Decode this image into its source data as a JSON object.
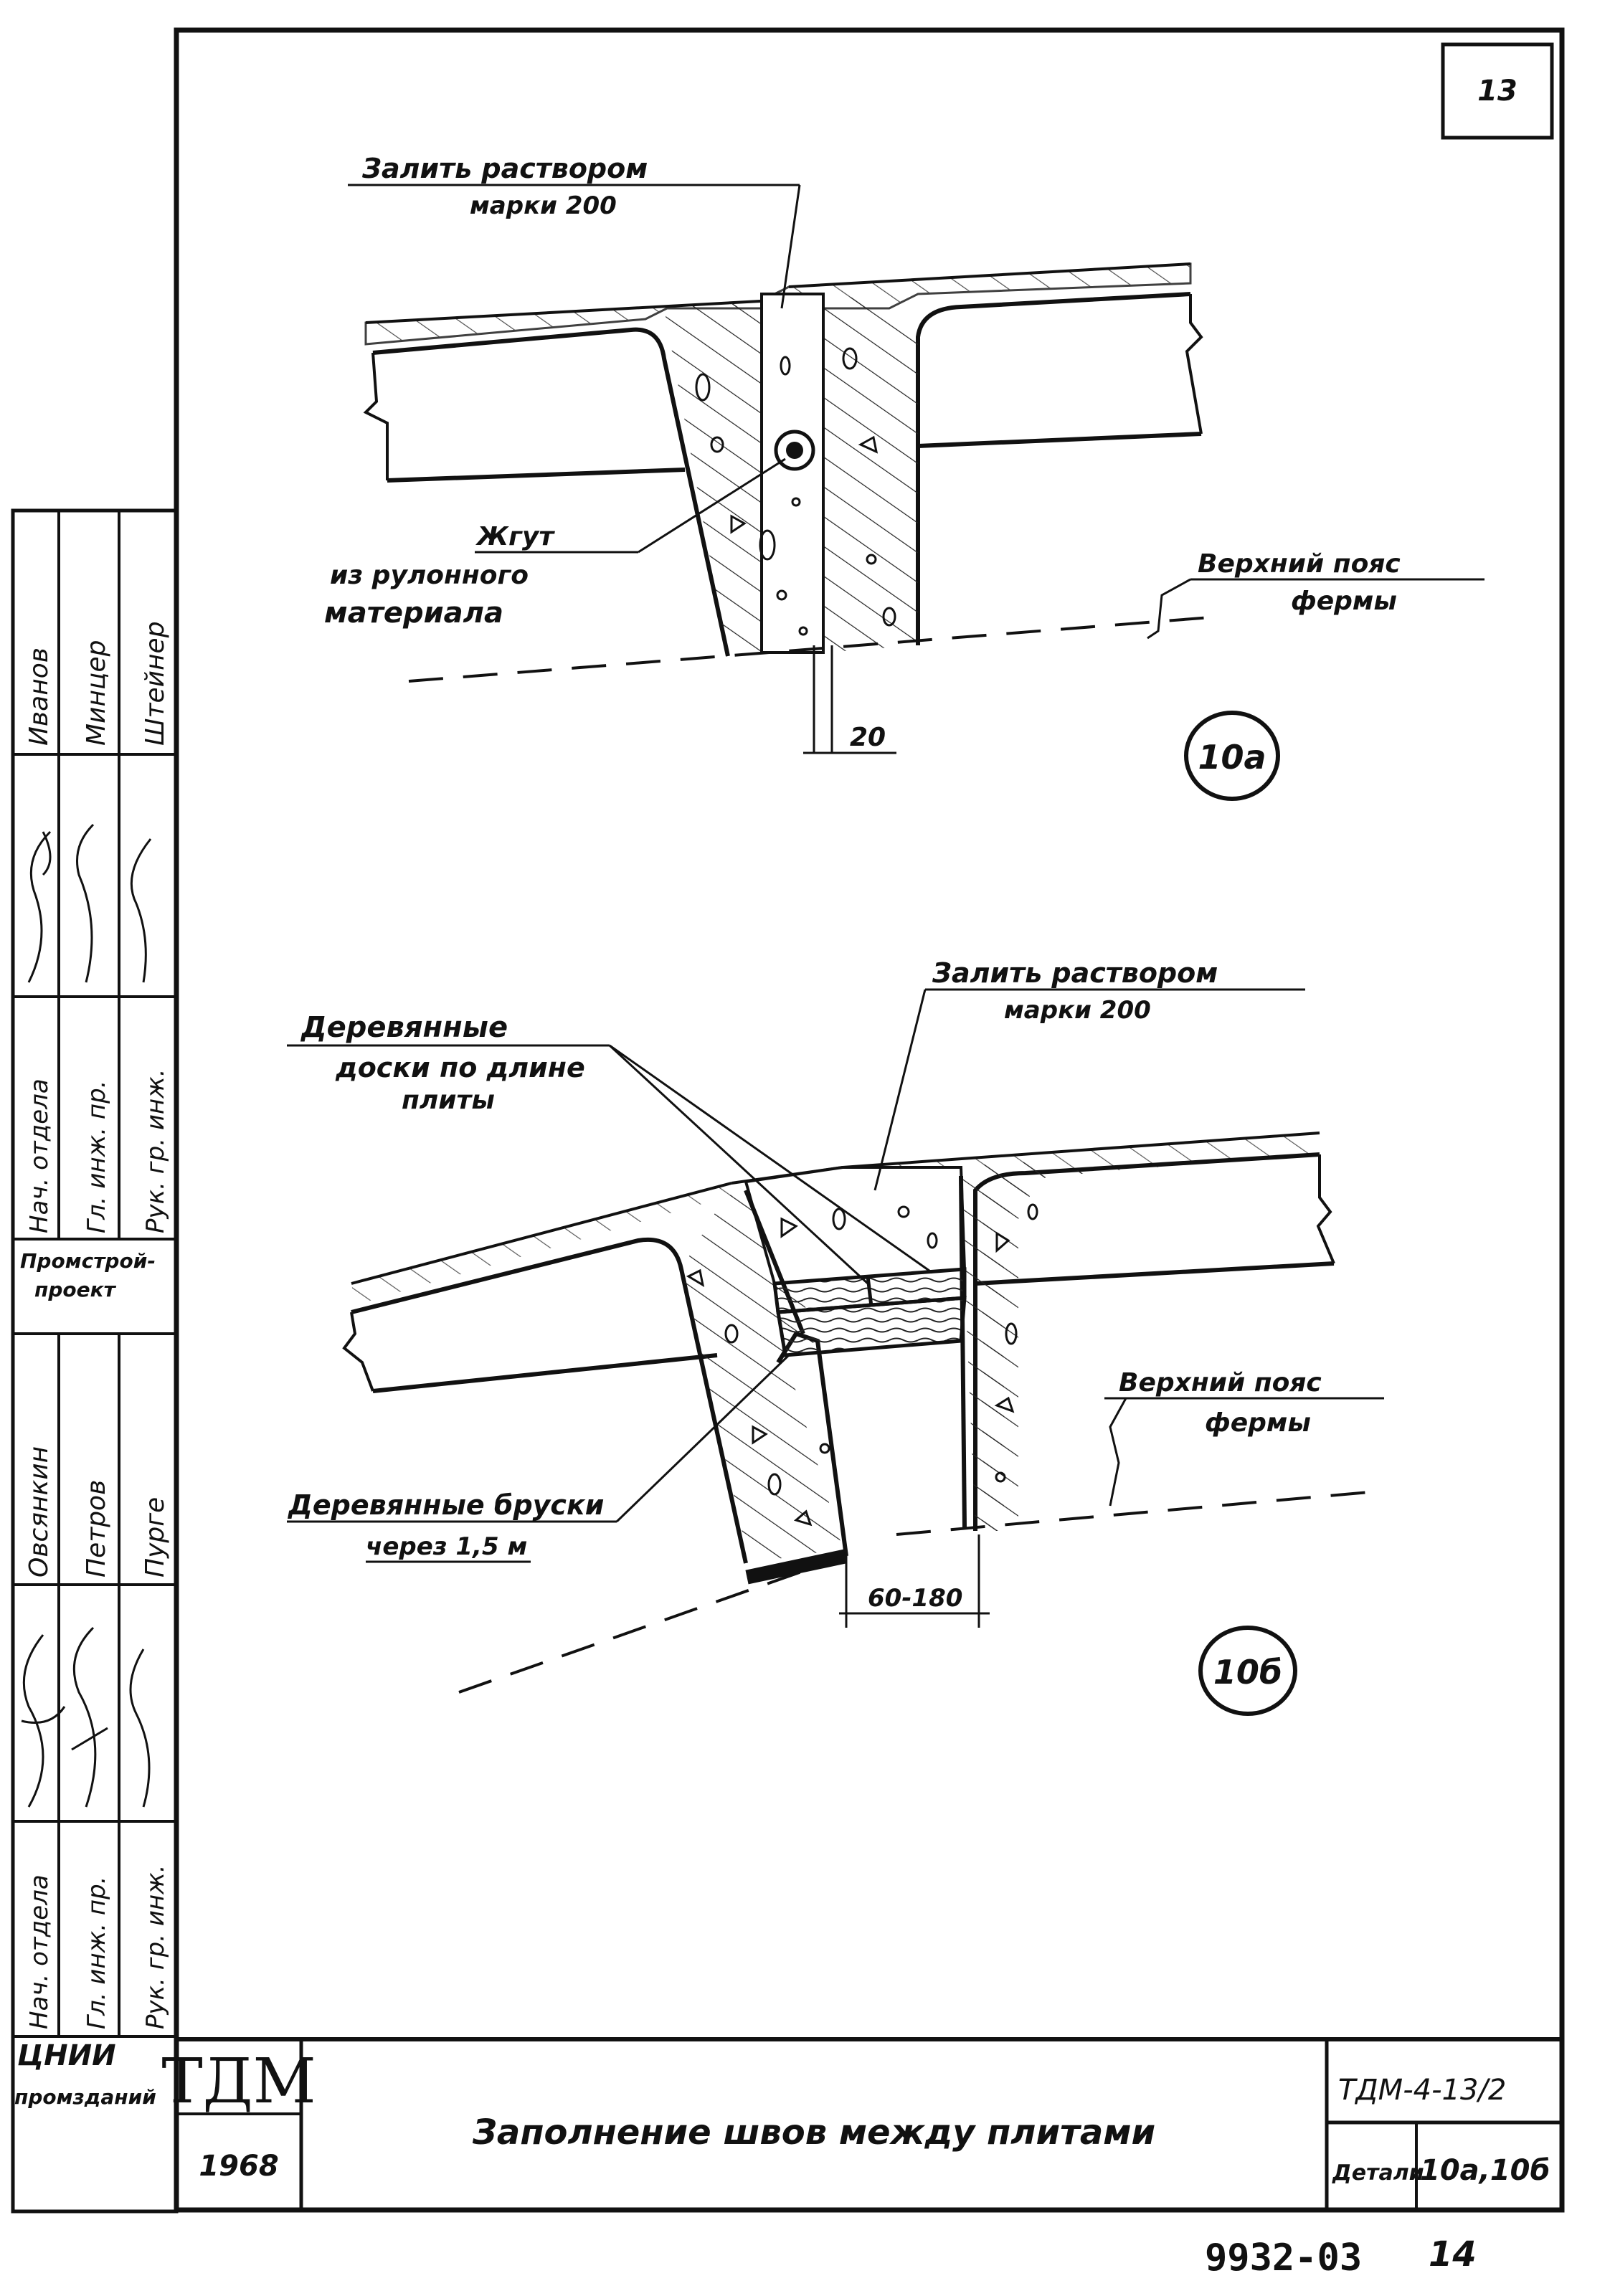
{
  "sheet_number": "13",
  "detail_a": {
    "fill_label_line1": "Залить раствором",
    "fill_label_line2": "марки 200",
    "tow_label_line1": "Жгут",
    "tow_label_line2": "из рулонного",
    "tow_label_line3": "материала",
    "chord_label_line1": "Верхний пояс",
    "chord_label_line2": "фермы",
    "gap_dimension": "20",
    "tag": "10а"
  },
  "detail_b": {
    "boards_label_line1": "Деревянные",
    "boards_label_line2": "доски по длине",
    "boards_label_line3": "плиты",
    "fill_label_line1": "Залить раствором",
    "fill_label_line2": "марки 200",
    "chord_label_line1": "Верхний пояс",
    "chord_label_line2": "фермы",
    "bars_label_line1": "Деревянные бруски",
    "bars_label_line2": "через 1,5 м",
    "gap_dimension": "60-180",
    "tag": "10б"
  },
  "left_stamp": {
    "col1": [
      "Нач. отдела",
      "Гл. инж. пр.",
      "Рук. гр. инж."
    ],
    "col2": [
      "ЦНИИ",
      "промзданий"
    ],
    "col3": [
      "Нач. отдела",
      "Гл. инж. пр.",
      "Рук. гр. инж."
    ],
    "col3_org": [
      "Промстрой-",
      "проект"
    ],
    "names_top": [
      "Иванов",
      "Минцер",
      "Штейнер"
    ],
    "names_bottom": [
      "Овсянкин",
      "Петров",
      "Пурге"
    ]
  },
  "title_block": {
    "logo": "ТДМ",
    "year": "1968",
    "title": "Заполнение швов между плитами",
    "doc_code": "ТДМ-4-13/2",
    "detail_label": "Детали",
    "detail_value": "10а,10б"
  },
  "footer": {
    "archive_number": "9932-03",
    "page": "14"
  }
}
